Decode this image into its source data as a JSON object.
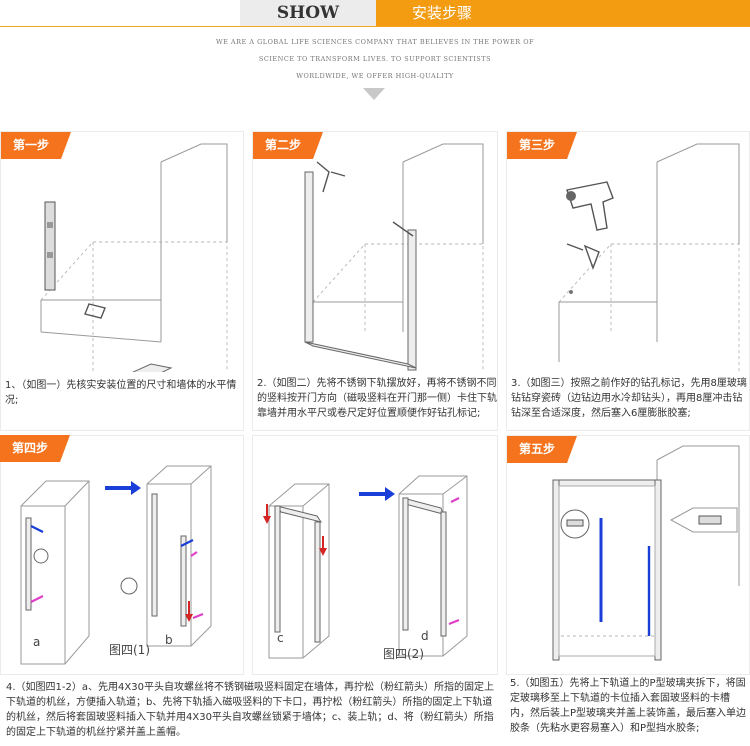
{
  "header": {
    "show_label": "SHOW",
    "section_title": "安装步骤",
    "tagline_1": "WE ARE A GLOBAL LIFE SCIENCES COMPANY THAT BELIEVES IN THE POWER OF",
    "tagline_2": "SCIENCE TO TRANSFORM LIVES. TO SUPPORT SCIENTISTS",
    "tagline_3": "WORLDWIDE, WE OFFER HIGH-QUALITY"
  },
  "steps": [
    {
      "badge": "第一步",
      "caption": "1、（如图一）先核实安装位置的尺寸和墙体的水平情况;"
    },
    {
      "badge": "第二步",
      "caption": "2.（如图二）先将不锈钢下轨摆放好，再将不锈钢不同的竖料按开门方向（磁吸竖料在开门那一侧）卡住下轨靠墙并用水平尺或卷尺定好位置顺便作好钻孔标记;"
    },
    {
      "badge": "第三步",
      "caption": "3.（如图三）按照之前作好的钻孔标记，先用8厘玻璃钻钻穿瓷砖（边钻边用水冷却钻头），再用8厘冲击钻钻深至合适深度，然后塞入6厘膨胀胶塞;"
    },
    {
      "badge": "第四步",
      "caption": "4.（如图四1-2）a、先用4X30平头自攻螺丝将不锈钢磁吸竖料固定在墙体，再拧松（粉红箭头）所指的固定上下轨道的机丝，方便插入轨道；b、先将下轨插入磁吸竖料的下卡口，再拧松（粉红箭头）所指的固定上下轨道的机丝，然后将套固玻竖料插入下轨并用4X30平头自攻螺丝锁紧于墙体；c、装上轨；d、将（粉红箭头）所指的固定上下轨道的机丝拧紧并盖上盖帽。"
    },
    {
      "badge": "第五步",
      "caption": "5.（如图五）先将上下轨道上的P型玻璃夹拆下，将固定玻璃移至上下轨道的卡位插入套固玻竖料的卡槽内，然后装上P型玻璃夹并盖上装饰盖，最后塞入单边胶条（先粘水更容易塞入）和P型挡水胶条;"
    }
  ],
  "fig4": {
    "label_a": "a",
    "label_b": "b",
    "title_1": "图四(1)"
  },
  "fig5": {
    "label_c": "c",
    "label_d": "d",
    "title_2": "图四(2)"
  },
  "colors": {
    "accent": "#f39c12",
    "badge": "#f5731d",
    "arrow_blue": "#1a3ed8",
    "arrow_pink": "#e040c8",
    "arrow_red": "#d42424"
  }
}
